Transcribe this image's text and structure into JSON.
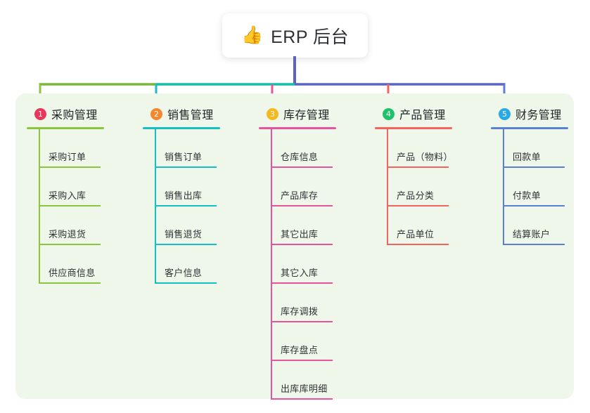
{
  "diagram": {
    "type": "org-tree",
    "root": {
      "emoji": "icon-thumbs-up",
      "emoji_glyph": "👍",
      "title": "ERP 后台"
    },
    "panel_background": "#eef7e9",
    "connector": {
      "segments": [
        {
          "name": "trunk",
          "color": "#5b63c4"
        },
        {
          "name": "bar-left",
          "color": "#7cb63c"
        },
        {
          "name": "bar-mid",
          "color": "#13bfa6"
        },
        {
          "name": "bar-right",
          "color": "#5b63c4"
        }
      ]
    },
    "branches": [
      {
        "index": "1",
        "title": "采购管理",
        "badge_color": "#e8365d",
        "line_color": "#8cc63f",
        "items": [
          "采购订单",
          "采购入库",
          "采购退货",
          "供应商信息"
        ]
      },
      {
        "index": "2",
        "title": "销售管理",
        "badge_color": "#f5872e",
        "line_color": "#17bfc4",
        "items": [
          "销售订单",
          "销售出库",
          "销售退货",
          "客户信息"
        ]
      },
      {
        "index": "3",
        "title": "库存管理",
        "badge_color": "#f5b91e",
        "line_color": "#e8539d",
        "items": [
          "仓库信息",
          "产品库存",
          "其它出库",
          "其它入库",
          "库存调拨",
          "库存盘点",
          "出库库明细"
        ]
      },
      {
        "index": "4",
        "title": "产品管理",
        "badge_color": "#1fc26b",
        "line_color": "#f4645f",
        "items": [
          "产品（物料）",
          "产品分类",
          "产品单位"
        ]
      },
      {
        "index": "5",
        "title": "财务管理",
        "badge_color": "#29a9e6",
        "line_color": "#5b7fd4",
        "items": [
          "回款单",
          "付款单",
          "结算账户"
        ]
      }
    ]
  }
}
